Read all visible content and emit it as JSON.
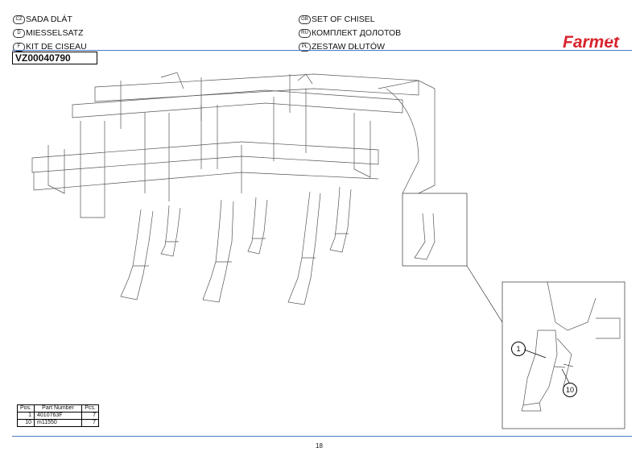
{
  "headings": {
    "cz": {
      "flag": "CZ",
      "text": "SADA DLÁT"
    },
    "d": {
      "flag": "D",
      "text": "MIESSELSATZ"
    },
    "f": {
      "flag": "F",
      "text": "KIT DE CISEAU"
    },
    "gb": {
      "flag": "GB",
      "text": "SET OF CHISEL"
    },
    "ru": {
      "flag": "RU",
      "text": "КОМПЛЕКТ ДОЛОТОВ"
    },
    "pl": {
      "flag": "PL",
      "text": "ZESTAW DŁUTÓW"
    }
  },
  "logo": {
    "text": "Farmet",
    "color": "#d9232d"
  },
  "accent_color": "#4a7cc9",
  "part_code": "VZ00040790",
  "callouts": [
    "1",
    "10"
  ],
  "parts_table": {
    "headers": [
      "Pos.",
      "Part Number",
      "Pcs."
    ],
    "rows": [
      [
        "1",
        "4010763F",
        "7"
      ],
      [
        "10",
        "m11550",
        "7"
      ]
    ]
  },
  "page_number": "18"
}
